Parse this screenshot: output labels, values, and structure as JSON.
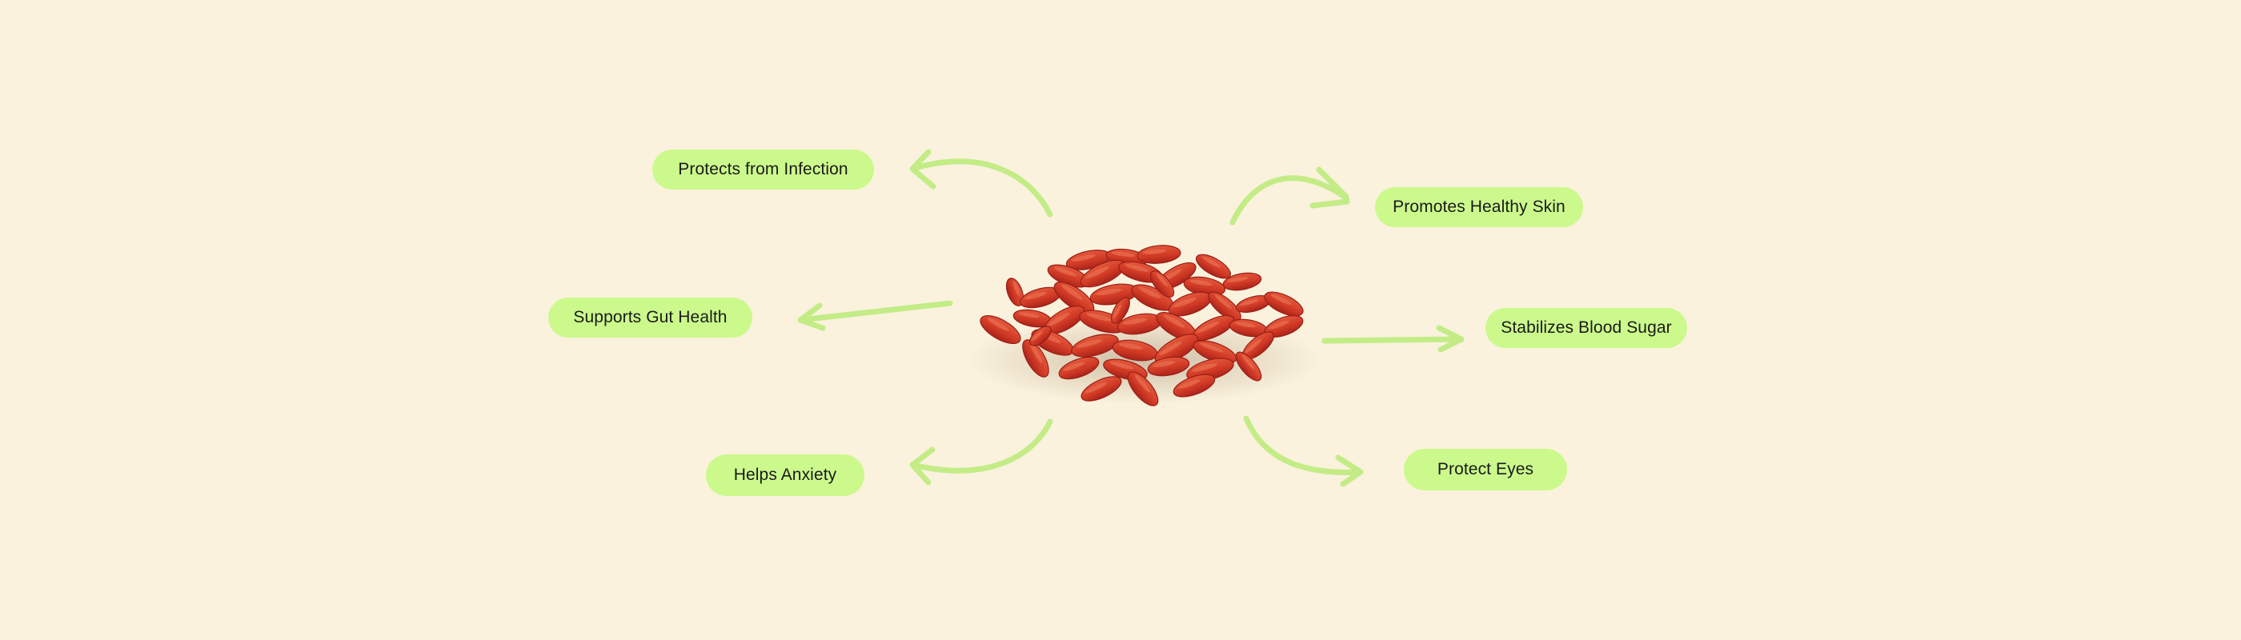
{
  "diagram": {
    "center_image": "goji-berries-pile",
    "benefits": [
      {
        "id": "infection",
        "label": "Protects from Infection"
      },
      {
        "id": "gut",
        "label": "Supports Gut Health"
      },
      {
        "id": "anxiety",
        "label": "Helps Anxiety"
      },
      {
        "id": "skin",
        "label": "Promotes Healthy Skin"
      },
      {
        "id": "sugar",
        "label": "Stabilizes Blood Sugar"
      },
      {
        "id": "eyes",
        "label": "Protect Eyes"
      }
    ]
  },
  "colors": {
    "background": "#faf2dd",
    "pill": "#ccf98c",
    "arrow": "#c3ec87",
    "berry_dark": "#b8281c",
    "berry": "#d23b26",
    "berry_light": "#e3583c"
  }
}
